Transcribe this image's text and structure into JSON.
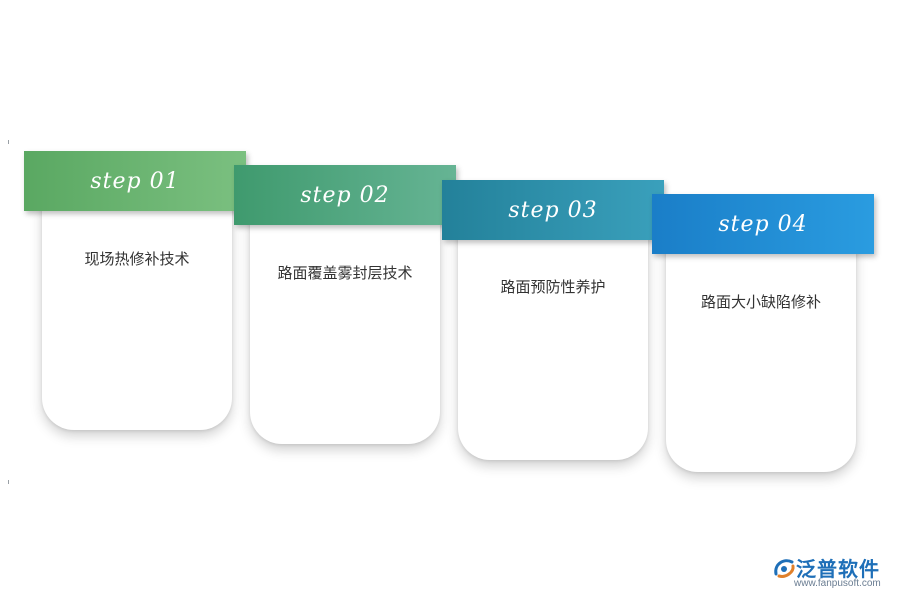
{
  "steps": [
    {
      "label": "step 01",
      "text": "现场热修补技术",
      "color_from": "#5aa862",
      "color_to": "#7bc080"
    },
    {
      "label": "step 02",
      "text": "路面覆盖雾封层技术",
      "color_from": "#3f9a6e",
      "color_to": "#66b494"
    },
    {
      "label": "step 03",
      "text": "路面预防性养护",
      "color_from": "#23819a",
      "color_to": "#3aa0bc"
    },
    {
      "label": "step 04",
      "text": "路面大小缺陷修补",
      "color_from": "#1a7ec8",
      "color_to": "#2a9ce0"
    }
  ],
  "logo": {
    "name": "泛普软件",
    "url": "www.fanpusoft.com",
    "icon": "fanpu-logo-icon"
  }
}
